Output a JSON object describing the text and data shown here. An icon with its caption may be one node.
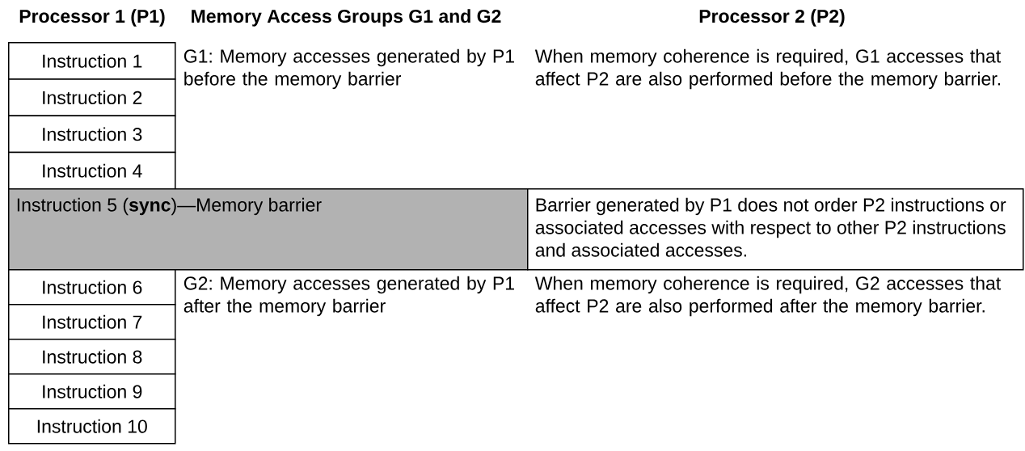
{
  "diagram": {
    "nodes": [
      {
        "text": [
          "Instruction 1"
        ]
      },
      {
        "text": [
          "Instruction 2"
        ]
      },
      {
        "text": [
          "Instruction 3"
        ]
      },
      {
        "text": [
          "Instruction 4"
        ]
      },
      {
        "text": [
          "Instruction 5 (**sync**)—Memory barrier"
        ]
      },
      {
        "text": [
          "Barrier generated by P1 does not order P2 instructions or associated accesses with respect to other P2 instructions and associated accesses."
        ]
      },
      {
        "text": [
          "Instruction 6"
        ]
      },
      {
        "text": [
          "Instruction 7"
        ]
      },
      {
        "text": [
          "Instruction 8"
        ]
      },
      {
        "text": [
          "Instruction 9"
        ]
      },
      {
        "text": [
          "Instruction 10"
        ]
      }
    ],
    "labels": [
      "Processor 1 (P1)",
      "Memory Access Groups G1 and G2",
      "Processor 2 (P2)",
      "G1: Memory accesses generated by P1 before the memory barrier",
      "When memory coherence is required, G1 accesses that affect P2 are also performed before the memory barrier.",
      "G2: Memory accesses generated by P1 after the memory barrier",
      "When memory coherence is required, G2 accesses that affect P2 are also performed after the memory barrier."
    ]
  }
}
